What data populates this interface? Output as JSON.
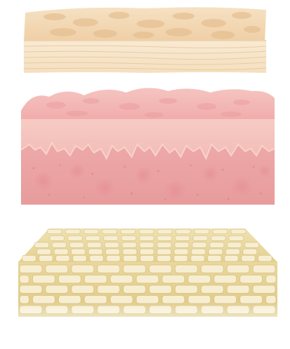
{
  "diagram": {
    "layers": [
      {
        "id": "stratum-corneum",
        "icon": "stratum-corneum-icon",
        "palette": {
          "top": "#f4dcb8",
          "spot": "#e9c79c",
          "front": "#f6e4c8",
          "line": "#e3c49a"
        }
      },
      {
        "id": "epidermis-dermis",
        "icon": "epidermis-dermis-icon",
        "palette": {
          "top": "#f2b8b6",
          "spot": "#eaa2a2",
          "front": "#f6c9c3",
          "lower": "#eba3a3",
          "dot": "#e07d86"
        }
      },
      {
        "id": "cell-layer",
        "icon": "cell-layer-icon",
        "palette": {
          "top": "#ebdba5",
          "cell": "#f7eed2",
          "front": "#e8d79b",
          "cell_edge": "#d6c07c"
        }
      }
    ]
  }
}
